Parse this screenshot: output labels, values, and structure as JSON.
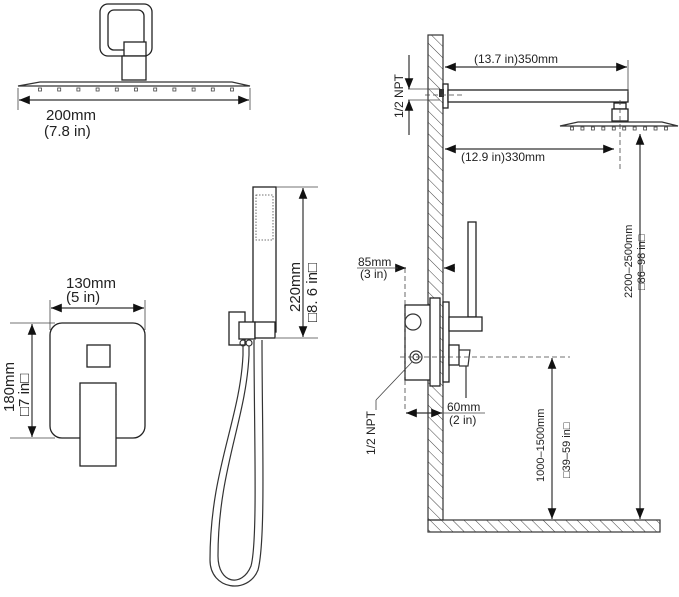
{
  "overhead_shower": {
    "width_mm": "200mm",
    "width_in": "(7.8 in)"
  },
  "valve_plate": {
    "width_mm": "130mm",
    "width_in": "(5 in)",
    "height_mm": "180mm",
    "height_in": "□7 in□"
  },
  "hand_shower": {
    "length_mm": "220mm",
    "length_in": "□8. 6 in□"
  },
  "installation": {
    "arm_length": "(13.7 in)350mm",
    "head_offset": "(12.9 in)330mm",
    "arm_thread": "1/2 NPT",
    "valve_thread": "1/2 NPT",
    "valve_depth_mm": "85mm",
    "valve_depth_in": "(3 in)",
    "valve_min_mm": "60mm",
    "valve_min_in": "(2 in)",
    "head_height_mm": "2200–2500mm",
    "head_height_in": "□86–98 in□",
    "valve_height_mm": "1000–1500mm",
    "valve_height_in": "□39–59 in□"
  }
}
